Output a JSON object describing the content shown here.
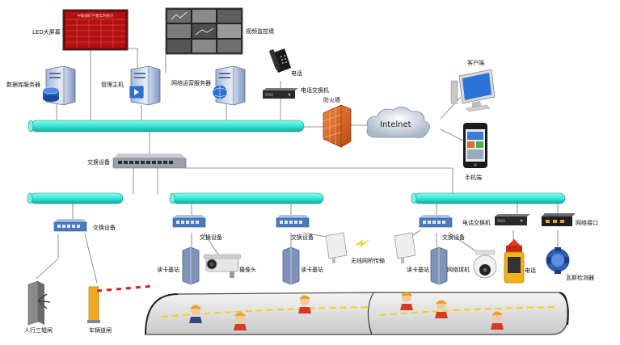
{
  "labels": {
    "led_screen": "LED大屏幕",
    "video_wall": "视频监控墙",
    "db_server": "数据库服务器",
    "mgmt_host": "管理主机",
    "net_server": "网络运营服务器",
    "phone_top": "电话",
    "phone_switch_top": "电话交换机",
    "firewall": "防火墙",
    "internet": "Intelnet",
    "client": "客户端",
    "mobile": "手机端",
    "core_switch": "交换设备",
    "switch_left": "交换设备",
    "switch_2": "交换设备",
    "switch_3": "交换设备",
    "switch_4": "交换设备",
    "reader_1": "读卡基站",
    "camera": "摄像头",
    "reader_2": "读卡基站",
    "wireless_bridge": "无线网桥传输",
    "reader_3": "读卡基站",
    "net_gateway": "网络球机",
    "phone_bottom": "电话",
    "phone_switch_bottom": "电话交换机",
    "net_interface": "网络接口",
    "gas_detector": "瓦斯检测器",
    "turnstile": "人行三辊闸",
    "vehicle_gate": "车辆道闸"
  },
  "led_text": "中联煤矿产量实时统计",
  "colors": {
    "bus": "#34e8d6",
    "bus_edge": "#0a8f84",
    "firewall": "#e0682a",
    "helmet": "#f0a020",
    "road_line": "#f2d21a"
  }
}
